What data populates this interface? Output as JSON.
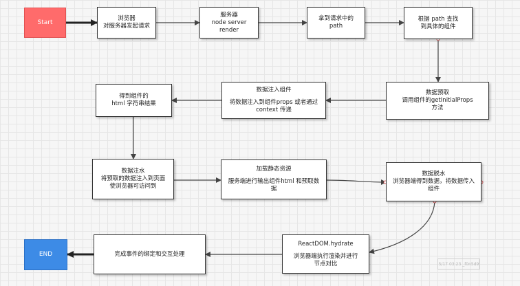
{
  "nodes": {
    "start": "Start",
    "browser_request": [
      "浏览器",
      "对服务器发起请求"
    ],
    "server": [
      "服务器",
      "node  server",
      "render"
    ],
    "get_path": [
      "拿到请求中的",
      "path"
    ],
    "find_component": [
      "根据 path 查找",
      "到具体的组件"
    ],
    "prefetch": [
      "数据预取",
      "调用组件的getInitialProps",
      "方法"
    ],
    "inject_data": {
      "title": "数据注入组件",
      "body": [
        "将数据注入到组件props 或者通过",
        "context 传递"
      ]
    },
    "html_string": [
      "得到组件的",
      "html  字符串结果"
    ],
    "hydrate_data": [
      "数据注水",
      "将预取的数据注入到页面",
      "使浏览器可访问到"
    ],
    "load_static": {
      "title": "加载静态资源",
      "body": [
        "服务端进行输出组件html 和预取数",
        "据"
      ]
    },
    "dehydrate": [
      "数据脱水",
      "浏览器端得到数据，将数据传入",
      "组件"
    ],
    "react_hydrate": {
      "title": "ReactDOM.hydrate",
      "body": [
        "浏览器端执行渲染并进行",
        "节点对比"
      ]
    },
    "bind_events": "完成事件的绑定和交互处理",
    "end": "END"
  },
  "watermark": "5/17 03:23 _f0n5d9",
  "colors": {
    "start": "#ff6b6b",
    "end": "#3d8be6",
    "edge": "#444444"
  }
}
